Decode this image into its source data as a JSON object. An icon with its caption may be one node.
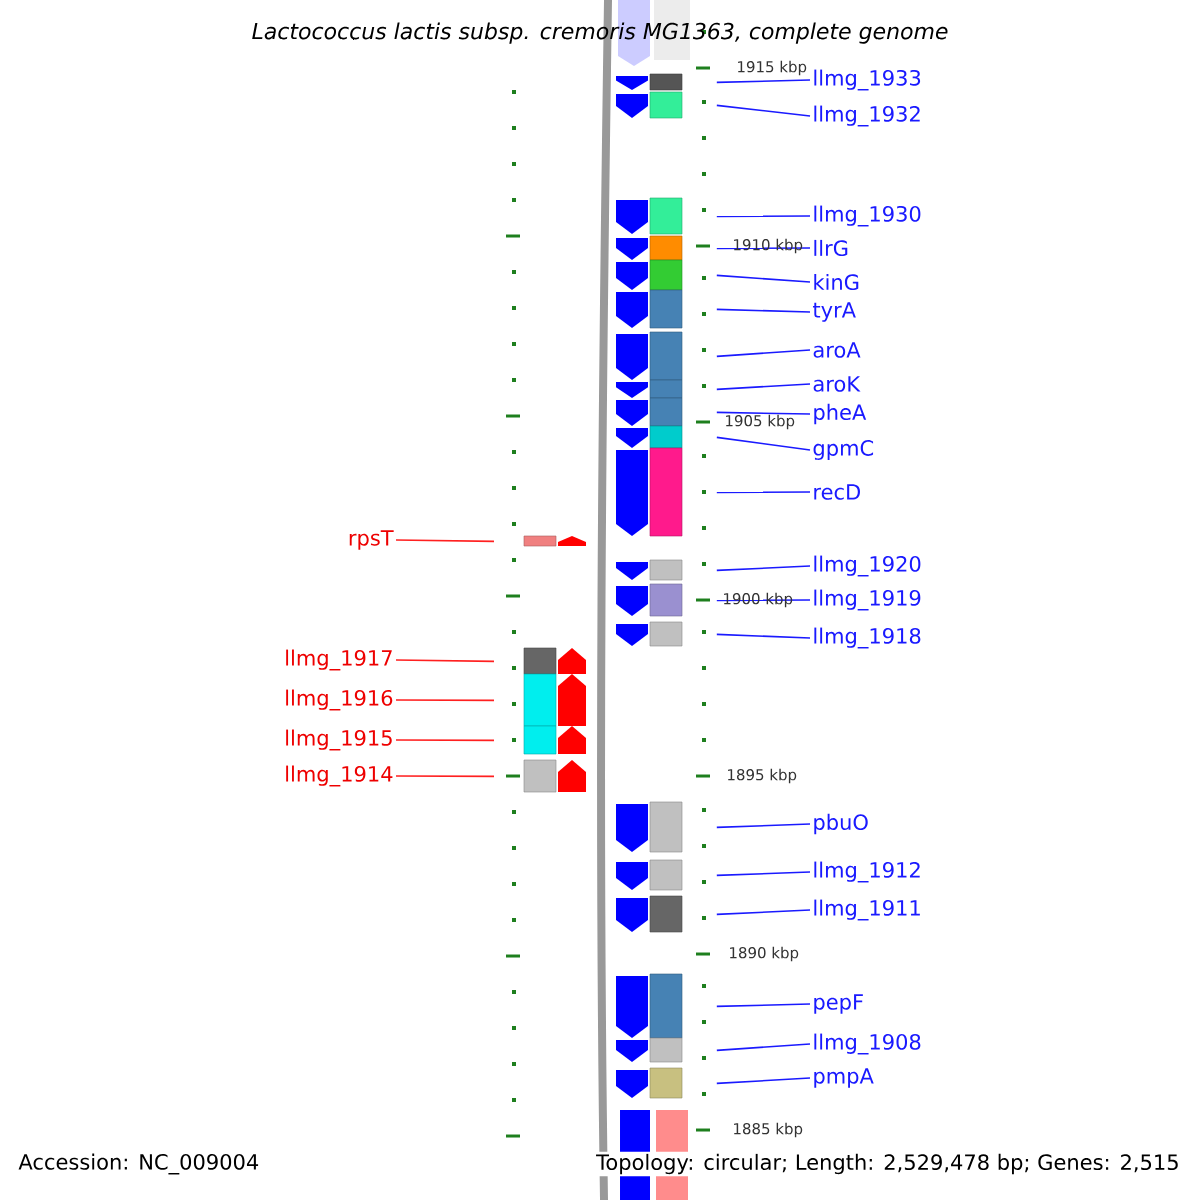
{
  "diagram": {
    "title": "Lactococcus lactis subsp. cremoris MG1363, complete genome",
    "nodes": [
      {
        "text": [
          "llmg_1933"
        ]
      },
      {
        "text": [],
        "shape": "box"
      },
      {
        "text": [
          "llmg_1932"
        ]
      },
      {
        "text": [],
        "shape": "box"
      },
      {
        "text": [
          "llmg_1930"
        ]
      },
      {
        "text": [],
        "shape": "box"
      },
      {
        "text": [
          "llrG"
        ]
      },
      {
        "text": [],
        "shape": "box"
      },
      {
        "text": [
          "kinG"
        ]
      },
      {
        "text": [],
        "shape": "box"
      },
      {
        "text": [
          "tyrA"
        ]
      },
      {
        "text": [],
        "shape": "box"
      },
      {
        "text": [
          "aroA"
        ]
      },
      {
        "text": [],
        "shape": "box"
      },
      {
        "text": [
          "aroK"
        ]
      },
      {
        "text": [],
        "shape": "box"
      },
      {
        "text": [
          "pheA"
        ]
      },
      {
        "text": [],
        "shape": "box"
      },
      {
        "text": [
          "gpmC"
        ]
      },
      {
        "text": [],
        "shape": "box"
      },
      {
        "text": [
          "recD"
        ]
      },
      {
        "text": [],
        "shape": "box"
      },
      {
        "text": [
          "rpsT"
        ]
      },
      {
        "text": [],
        "shape": "box"
      },
      {
        "text": [
          "llmg_1920"
        ]
      },
      {
        "text": [],
        "shape": "box"
      },
      {
        "text": [
          "llmg_1919"
        ]
      },
      {
        "text": [],
        "shape": "box"
      },
      {
        "text": [
          "llmg_1918"
        ]
      },
      {
        "text": [],
        "shape": "box"
      },
      {
        "text": [
          "llmg_1917"
        ]
      },
      {
        "text": [],
        "shape": "box"
      },
      {
        "text": [
          "llmg_1916"
        ]
      },
      {
        "text": [],
        "shape": "box"
      },
      {
        "text": [
          "llmg_1915"
        ]
      },
      {
        "text": [],
        "shape": "box"
      },
      {
        "text": [
          "llmg_1914"
        ]
      },
      {
        "text": [],
        "shape": "box"
      },
      {
        "text": [
          "pbuO"
        ]
      },
      {
        "text": [],
        "shape": "box"
      },
      {
        "text": [
          "llmg_1912"
        ]
      },
      {
        "text": [],
        "shape": "box"
      },
      {
        "text": [
          "llmg_1911"
        ]
      },
      {
        "text": [],
        "shape": "box"
      },
      {
        "text": [
          "pepF"
        ]
      },
      {
        "text": [],
        "shape": "box"
      },
      {
        "text": [
          "llmg_1908"
        ]
      },
      {
        "text": [],
        "shape": "box"
      },
      {
        "text": [
          "pmpA"
        ]
      },
      {
        "text": [],
        "shape": "box"
      }
    ],
    "edges": [
      {
        "from": 0,
        "to": 1,
        "arrow": "none"
      },
      {
        "from": 2,
        "to": 3,
        "arrow": "none"
      },
      {
        "from": 4,
        "to": 5,
        "arrow": "none"
      },
      {
        "from": 6,
        "to": 7,
        "arrow": "none"
      },
      {
        "from": 8,
        "to": 9,
        "arrow": "none"
      },
      {
        "from": 10,
        "to": 11,
        "arrow": "none"
      },
      {
        "from": 12,
        "to": 13,
        "arrow": "none"
      },
      {
        "from": 14,
        "to": 15,
        "arrow": "none"
      },
      {
        "from": 16,
        "to": 17,
        "arrow": "none"
      },
      {
        "from": 18,
        "to": 19,
        "arrow": "none"
      },
      {
        "from": 20,
        "to": 21,
        "arrow": "none"
      },
      {
        "from": 22,
        "to": 23,
        "arrow": "none",
        "color": "#ff2020"
      },
      {
        "from": 24,
        "to": 25,
        "arrow": "none"
      },
      {
        "from": 26,
        "to": 27,
        "arrow": "none"
      },
      {
        "from": 28,
        "to": 29,
        "arrow": "none"
      },
      {
        "from": 30,
        "to": 31,
        "arrow": "none",
        "color": "#ff2020"
      },
      {
        "from": 32,
        "to": 33,
        "arrow": "none",
        "color": "#ff2020"
      },
      {
        "from": 34,
        "to": 35,
        "arrow": "none",
        "color": "#ff2020"
      },
      {
        "from": 36,
        "to": 37,
        "arrow": "none",
        "color": "#ff2020"
      },
      {
        "from": 38,
        "to": 39,
        "arrow": "none"
      },
      {
        "from": 40,
        "to": 41,
        "arrow": "none"
      },
      {
        "from": 42,
        "to": 43,
        "arrow": "none"
      },
      {
        "from": 44,
        "to": 45,
        "arrow": "none"
      },
      {
        "from": 46,
        "to": 47,
        "arrow": "none"
      },
      {
        "from": 48,
        "to": 49,
        "arrow": "none"
      }
    ],
    "labels": [
      "1915 kbp",
      "1910 kbp",
      "1905 kbp",
      "1900 kbp",
      "1895 kbp",
      "1890 kbp",
      "1885 kbp",
      "Accession: NC_009004",
      "Topology: circular; Length: 2,529,478 bp; Genes: 2,515"
    ]
  }
}
